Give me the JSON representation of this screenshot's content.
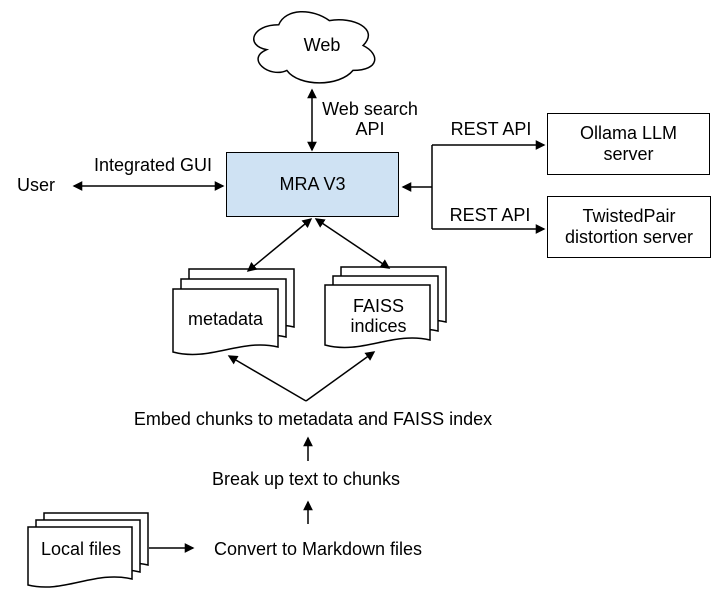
{
  "diagram": {
    "background": "#ffffff",
    "stroke_color": "#000000",
    "text_color": "#000000",
    "nodes": {
      "web_cloud": {
        "label": "Web",
        "fill": "#ffffff"
      },
      "mra": {
        "label": "MRA V3",
        "fill": "#cfe2f3"
      },
      "ollama": {
        "line1": "Ollama LLM",
        "line2": "server",
        "fill": "#ffffff"
      },
      "twistedpair": {
        "line1": "TwistedPair",
        "line2": "distortion server",
        "fill": "#ffffff"
      },
      "metadata_stack": {
        "label": "metadata"
      },
      "faiss_stack": {
        "line1": "FAISS",
        "line2": "indices"
      },
      "local_files_stack": {
        "label": "Local files"
      }
    },
    "edge_labels": {
      "user": "User",
      "integrated_gui": "Integrated GUI",
      "web_search_line1": "Web search",
      "web_search_line2": "API",
      "rest_api_top": "REST API",
      "rest_api_bottom": "REST API"
    },
    "process_labels": {
      "embed": "Embed chunks to metadata and FAISS index",
      "break_up": "Break up text to chunks",
      "convert": "Convert to Markdown files"
    }
  }
}
